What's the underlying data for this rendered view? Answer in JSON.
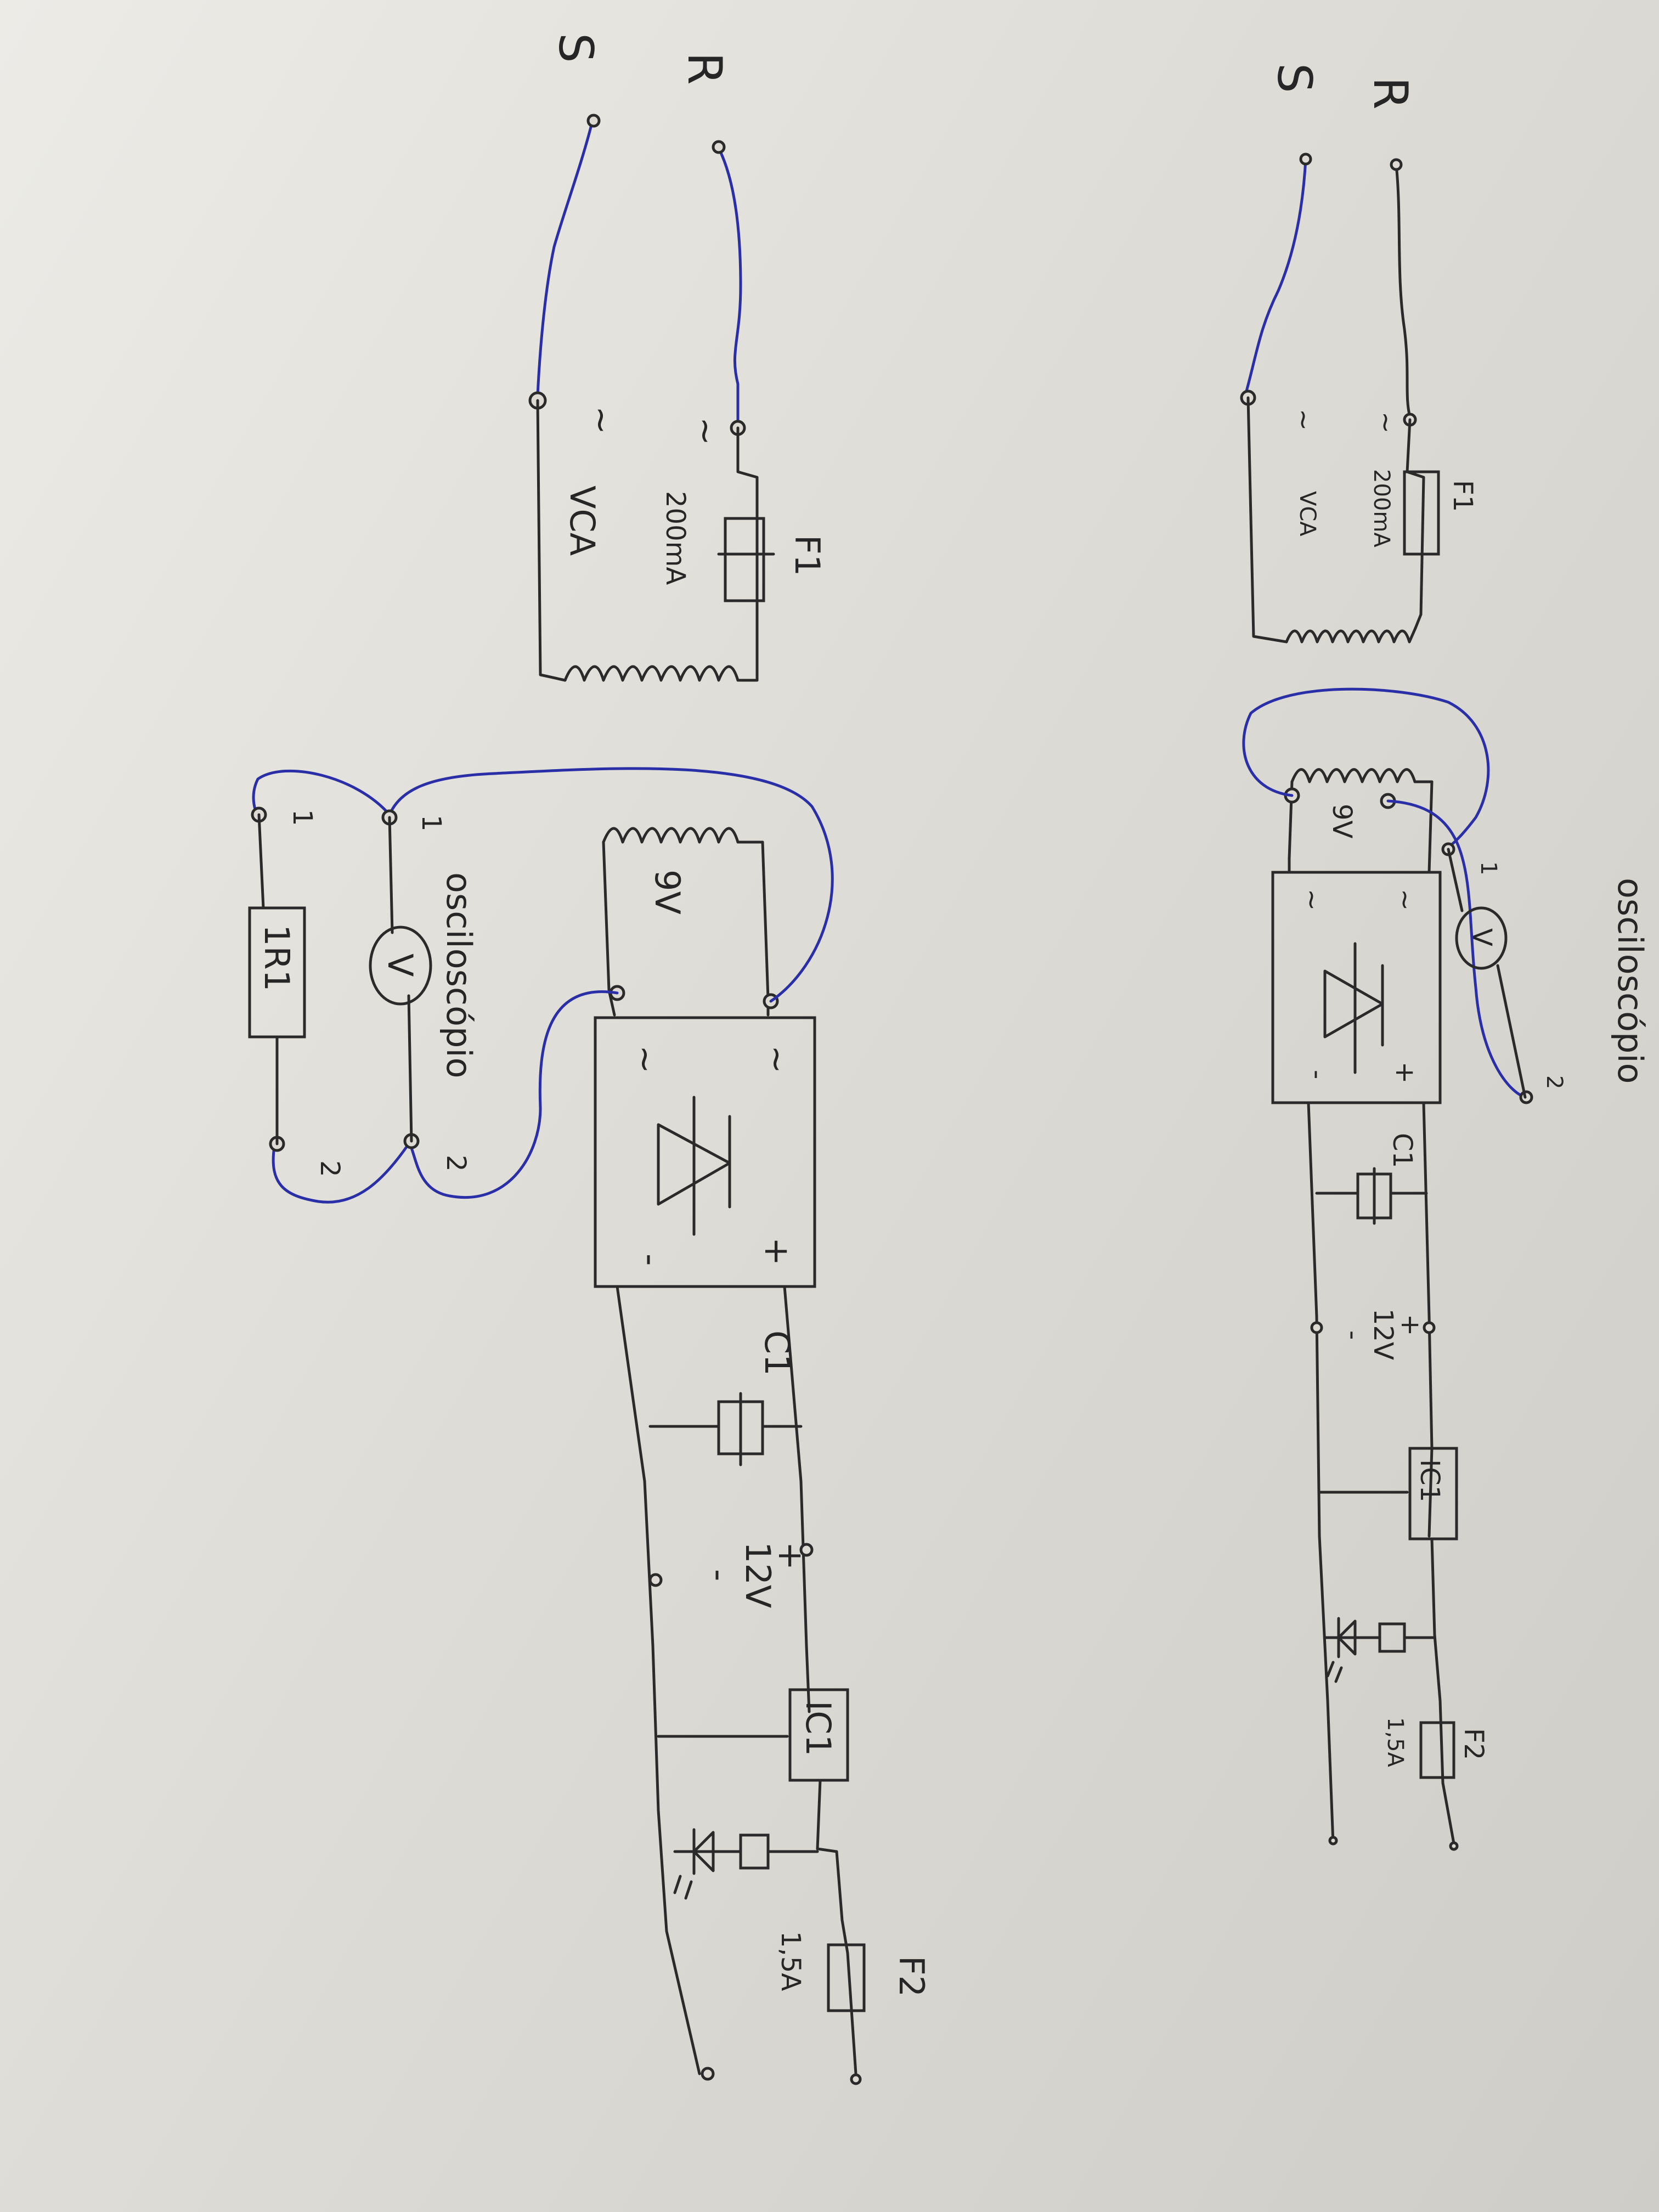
{
  "colors": {
    "ink": "#2a2a2a",
    "wire_blue": "#2a2fa8",
    "paper": "#e6e4de"
  },
  "left_circuit": {
    "mains_r": "R",
    "mains_s": "S",
    "tilde_1": "~",
    "tilde_2": "~",
    "voltage_in": "VCA",
    "fuse_f1_name": "F1",
    "fuse_f1_rating": "200mA",
    "secondary": "9V",
    "bridge_tilde_1": "~",
    "bridge_tilde_2": "~",
    "bridge_plus": "+",
    "bridge_minus": "-",
    "capacitor": "C1",
    "out_plus": "+",
    "out_voltage": "12V",
    "out_minus": "-",
    "regulator": "IC1",
    "fuse_f2_name": "F2",
    "fuse_f2_rating": "1,5A",
    "scope_label": "osciloscópio",
    "scope_meter": "V",
    "scope_pin_1": "1",
    "scope_pin_2": "2",
    "resistor": "1R1",
    "res_pin_1": "1",
    "res_pin_2": "2"
  },
  "right_circuit": {
    "mains_r": "R",
    "mains_s": "S",
    "tilde_1": "~",
    "tilde_2": "~",
    "voltage_in": "VCA",
    "fuse_f1_name": "F1",
    "fuse_f1_rating": "200mA",
    "secondary": "9V",
    "bridge_tilde_1": "~",
    "bridge_tilde_2": "~",
    "bridge_plus": "+",
    "bridge_minus": "-",
    "capacitor": "C1",
    "out_plus": "+",
    "out_voltage": "12V",
    "out_minus": "-",
    "regulator": "IC1",
    "fuse_f2_name": "F2",
    "fuse_f2_rating": "1,5A",
    "scope_label": "osciloscópio",
    "scope_meter": "V",
    "scope_pin_1": "1",
    "scope_pin_2": "2"
  }
}
